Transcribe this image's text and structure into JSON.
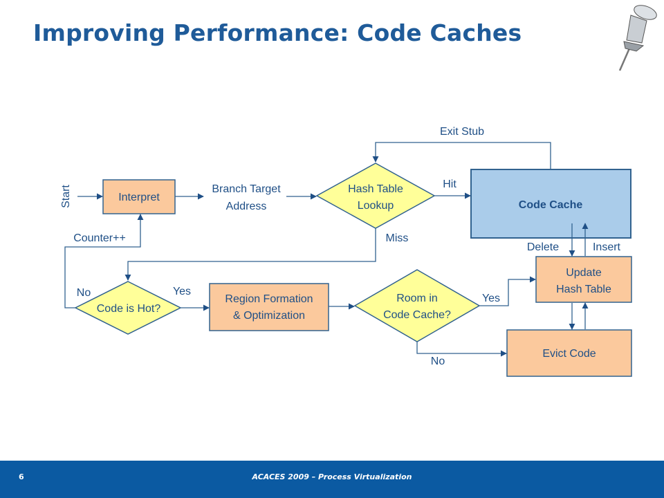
{
  "slide": {
    "title": "Improving Performance: Code Caches",
    "footer_text": "ACACES 2009 – Process Virtualization",
    "page_number": "6"
  },
  "diagram": {
    "nodes": {
      "interpret": "Interpret",
      "hash_line1": "Hash Table",
      "hash_line2": "Lookup",
      "code_cache": "Code Cache",
      "code_hot": "Code is Hot?",
      "region_line1": "Region Formation",
      "region_line2": "& Optimization",
      "room_line1": "Room in",
      "room_line2": "Code Cache?",
      "update_line1": "Update",
      "update_line2": "Hash Table",
      "evict": "Evict Code"
    },
    "edge_labels": {
      "start": "Start",
      "branch_line1": "Branch Target",
      "branch_line2": "Address",
      "exit_stub": "Exit Stub",
      "hit": "Hit",
      "miss": "Miss",
      "counter": "Counter++",
      "no_hot": "No",
      "yes_hot": "Yes",
      "yes_room": "Yes",
      "no_room": "No",
      "delete": "Delete",
      "insert": "Insert"
    }
  },
  "colors": {
    "title": "#1f5b99",
    "box_fill": "#fbc99d",
    "diamond_fill": "#ffff99",
    "code_cache_fill": "#aaccea",
    "stroke": "#31628f",
    "footer": "#0b5aa2"
  }
}
